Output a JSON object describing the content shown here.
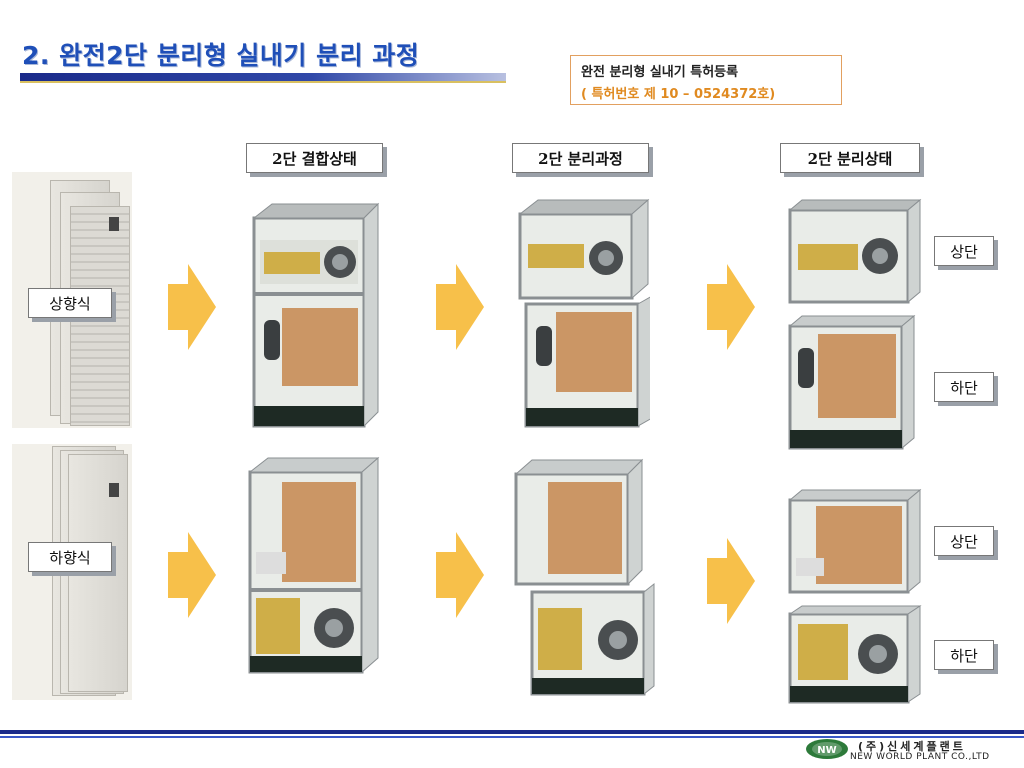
{
  "title": "2. 완전2단 분리형 실내기 분리 과정",
  "patent": {
    "line1": "완전 분리형 실내기 특허등록",
    "line2": "( 특허번호 제 10 – 0524372호)"
  },
  "stages": [
    "2단 결합상태",
    "2단 분리과정",
    "2단 분리상태"
  ],
  "rows": [
    {
      "label": "상향식",
      "parts": [
        "상단",
        "하단"
      ]
    },
    {
      "label": "하향식",
      "parts": [
        "상단",
        "하단"
      ]
    }
  ],
  "company": {
    "name_ko": "(주)신세계플랜트",
    "name_en": "NEW WORLD PLANT CO.,LTD",
    "logo_text": "NW"
  },
  "colors": {
    "title": "#1f4fb8",
    "arrow": "#f7c04a",
    "patent_number": "#e08a20",
    "footer": "#1a2a8a"
  }
}
